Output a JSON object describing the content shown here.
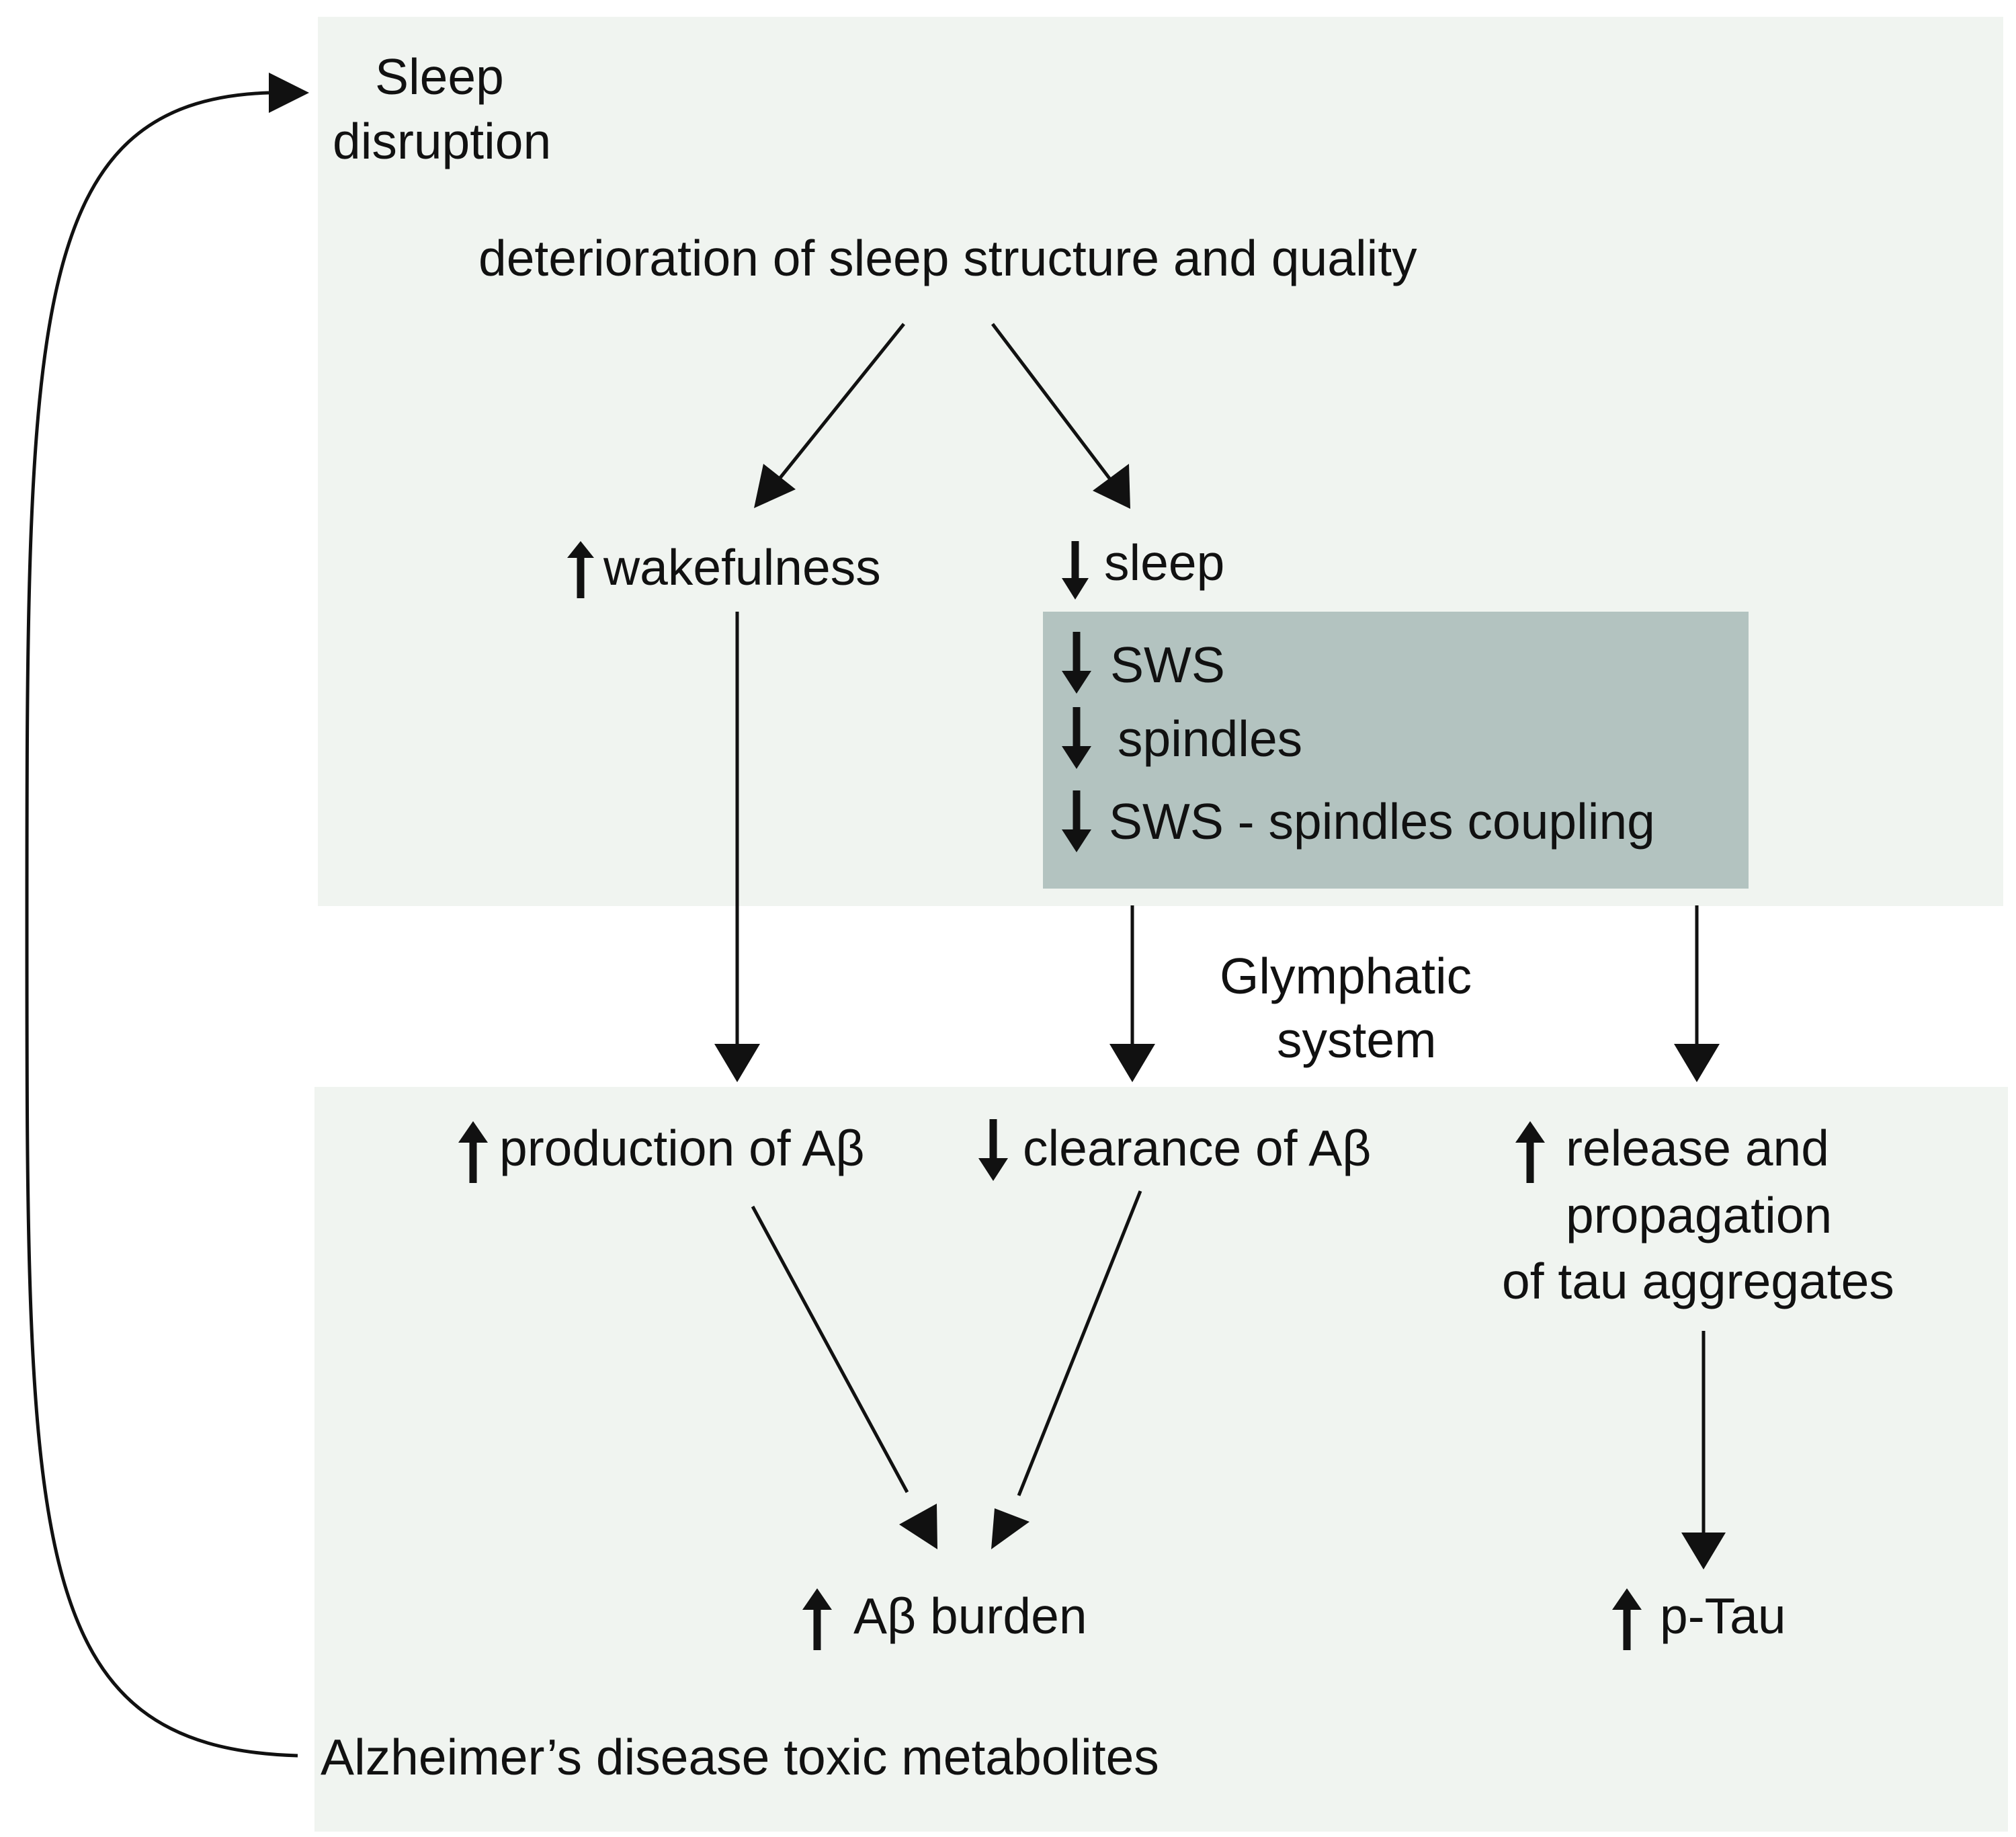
{
  "colors": {
    "panel": "#f0f4f0",
    "highlight_box": "#b3c3c0",
    "ink": "#111111",
    "background": "#ffffff"
  },
  "top_panel": {
    "title_line1": "Sleep",
    "title_line2": "disruption",
    "subtitle": "deterioration of sleep structure and quality",
    "wakefulness": "wakefulness",
    "sleep": "sleep",
    "box_items": [
      "SWS",
      "spindles",
      "SWS - spindles coupling"
    ]
  },
  "middle": {
    "glymphatic_line1": "Glymphatic",
    "glymphatic_line2": "system"
  },
  "bottom_panel": {
    "production": "production of Aβ",
    "clearance": "clearance of Aβ",
    "tau_line1": "release and",
    "tau_line2": "propagation",
    "tau_line3": "of tau aggregates",
    "ab_burden": "Aβ burden",
    "ptau": "p-Tau",
    "footer": "Alzheimer’s disease toxic metabolites"
  },
  "indicators": {
    "wakefulness": "up-arrow-icon",
    "sleep": "down-arrow-icon",
    "sws": "down-arrow-icon",
    "spindles": "down-arrow-icon",
    "coupling": "down-arrow-icon",
    "production": "up-arrow-icon",
    "clearance": "down-arrow-icon",
    "tau": "up-arrow-icon",
    "ab_burden": "up-arrow-icon",
    "ptau": "up-arrow-icon"
  }
}
